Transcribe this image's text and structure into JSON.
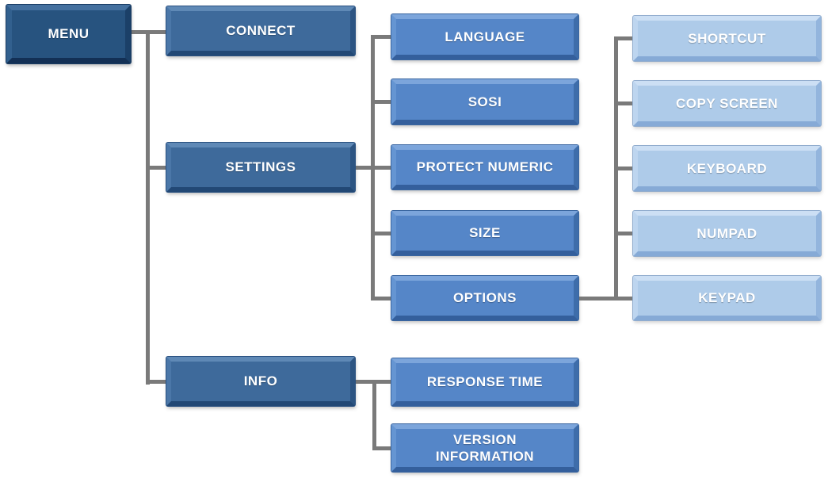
{
  "diagram": {
    "kind": "menu-tree",
    "tree": {
      "root": {
        "label": "MENU"
      },
      "children": [
        {
          "label": "CONNECT",
          "children": []
        },
        {
          "label": "SETTINGS",
          "children": [
            {
              "label": "LANGUAGE"
            },
            {
              "label": "SOSI"
            },
            {
              "label": "PROTECT NUMERIC"
            },
            {
              "label": "SIZE"
            },
            {
              "label": "OPTIONS",
              "children": [
                {
                  "label": "SHORTCUT"
                },
                {
                  "label": "COPY SCREEN"
                },
                {
                  "label": "KEYBOARD"
                },
                {
                  "label": "NUMPAD"
                },
                {
                  "label": "KEYPAD"
                }
              ]
            }
          ]
        },
        {
          "label": "INFO",
          "children": [
            {
              "label": "RESPONSE TIME"
            },
            {
              "label": "VERSION INFORMATION"
            }
          ]
        }
      ]
    },
    "colors": {
      "root_fill": "#27537F",
      "level1_fill": "#3E6A9B",
      "level2_fill": "#5586C8",
      "level3_fill": "#AECBE9",
      "connector": "#7A7A7A",
      "text": "#FFFFFF",
      "background": "#FFFFFF"
    }
  }
}
